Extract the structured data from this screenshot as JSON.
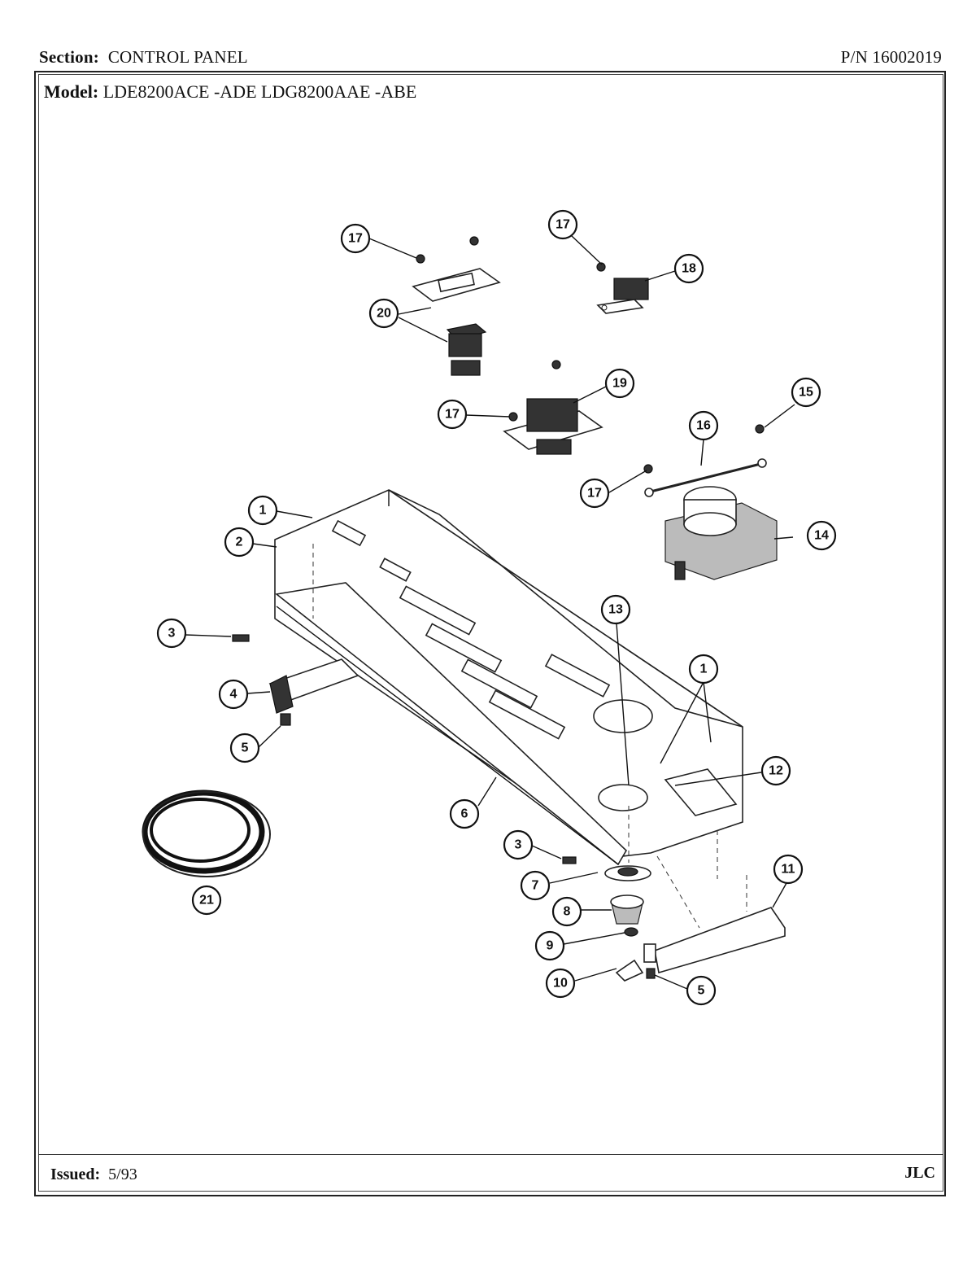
{
  "header": {
    "section_label": "Section:",
    "section_value": "CONTROL PANEL",
    "part_number": "P/N 16002019"
  },
  "model": {
    "label": "Model:",
    "value": "LDE8200ACE -ADE  LDG8200AAE -ABE"
  },
  "footer": {
    "issued_label": "Issued:",
    "issued_value": "5/93",
    "code": "JLC"
  },
  "callouts": [
    {
      "id": "c17a",
      "label": "17"
    },
    {
      "id": "c17b",
      "label": "17"
    },
    {
      "id": "c18",
      "label": "18"
    },
    {
      "id": "c20",
      "label": "20"
    },
    {
      "id": "c19",
      "label": "19"
    },
    {
      "id": "c17c",
      "label": "17"
    },
    {
      "id": "c15",
      "label": "15"
    },
    {
      "id": "c16",
      "label": "16"
    },
    {
      "id": "c17d",
      "label": "17"
    },
    {
      "id": "c14",
      "label": "14"
    },
    {
      "id": "c1a",
      "label": "1"
    },
    {
      "id": "c2",
      "label": "2"
    },
    {
      "id": "c3a",
      "label": "3"
    },
    {
      "id": "c13",
      "label": "13"
    },
    {
      "id": "c1b",
      "label": "1"
    },
    {
      "id": "c4",
      "label": "4"
    },
    {
      "id": "c5a",
      "label": "5"
    },
    {
      "id": "c12",
      "label": "12"
    },
    {
      "id": "c6",
      "label": "6"
    },
    {
      "id": "c3b",
      "label": "3"
    },
    {
      "id": "c11",
      "label": "11"
    },
    {
      "id": "c7",
      "label": "7"
    },
    {
      "id": "c8",
      "label": "8"
    },
    {
      "id": "c9",
      "label": "9"
    },
    {
      "id": "c21",
      "label": "21"
    },
    {
      "id": "c10",
      "label": "10"
    },
    {
      "id": "c5b",
      "label": "5"
    }
  ]
}
